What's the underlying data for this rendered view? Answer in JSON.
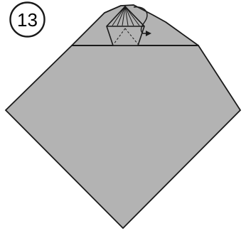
{
  "step": {
    "number": "13"
  },
  "colors": {
    "paper": "#b3b3b3",
    "line": "#1a1a1a",
    "background": "#ffffff"
  },
  "diagram": {
    "description_icons": [
      "step-number-circle",
      "paper-diamond",
      "top-flap",
      "pentagon-crease-pattern",
      "fold-arrow"
    ]
  }
}
